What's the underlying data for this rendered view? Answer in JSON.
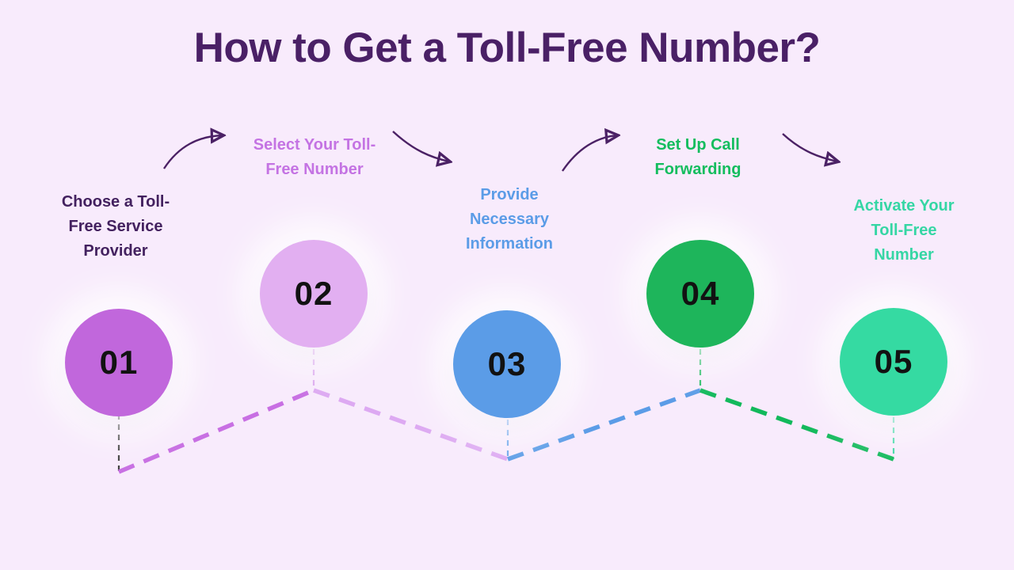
{
  "title": "How to Get a Toll-Free Number?",
  "steps": [
    {
      "number": "01",
      "label": "Choose a Toll-Free Service Provider"
    },
    {
      "number": "02",
      "label": "Select Your Toll-Free Number"
    },
    {
      "number": "03",
      "label": "Provide Necessary Information"
    },
    {
      "number": "04",
      "label": "Set Up Call Forwarding"
    },
    {
      "number": "05",
      "label": "Activate Your Toll-Free Number"
    }
  ],
  "colors": {
    "background": "#f8ebfc",
    "title": "#4a2066",
    "arrow": "#4b2165",
    "number": "#121212",
    "circles": [
      "#c167dc",
      "#e2aff1",
      "#5b9ce7",
      "#1eb55b",
      "#35daa2"
    ],
    "labels": [
      "#43215f",
      "#c473e3",
      "#5b9ce7",
      "#13bd5e",
      "#35d6a4"
    ],
    "zigzag_segments": [
      "#c86fe3",
      "#dda9f2",
      "#5b9ce7",
      "#12b95b"
    ],
    "drop_lines": [
      "#3f3f3f",
      "#dca8ef",
      "#6aa5ec",
      "#27bd66",
      "#3ed8a5"
    ]
  }
}
